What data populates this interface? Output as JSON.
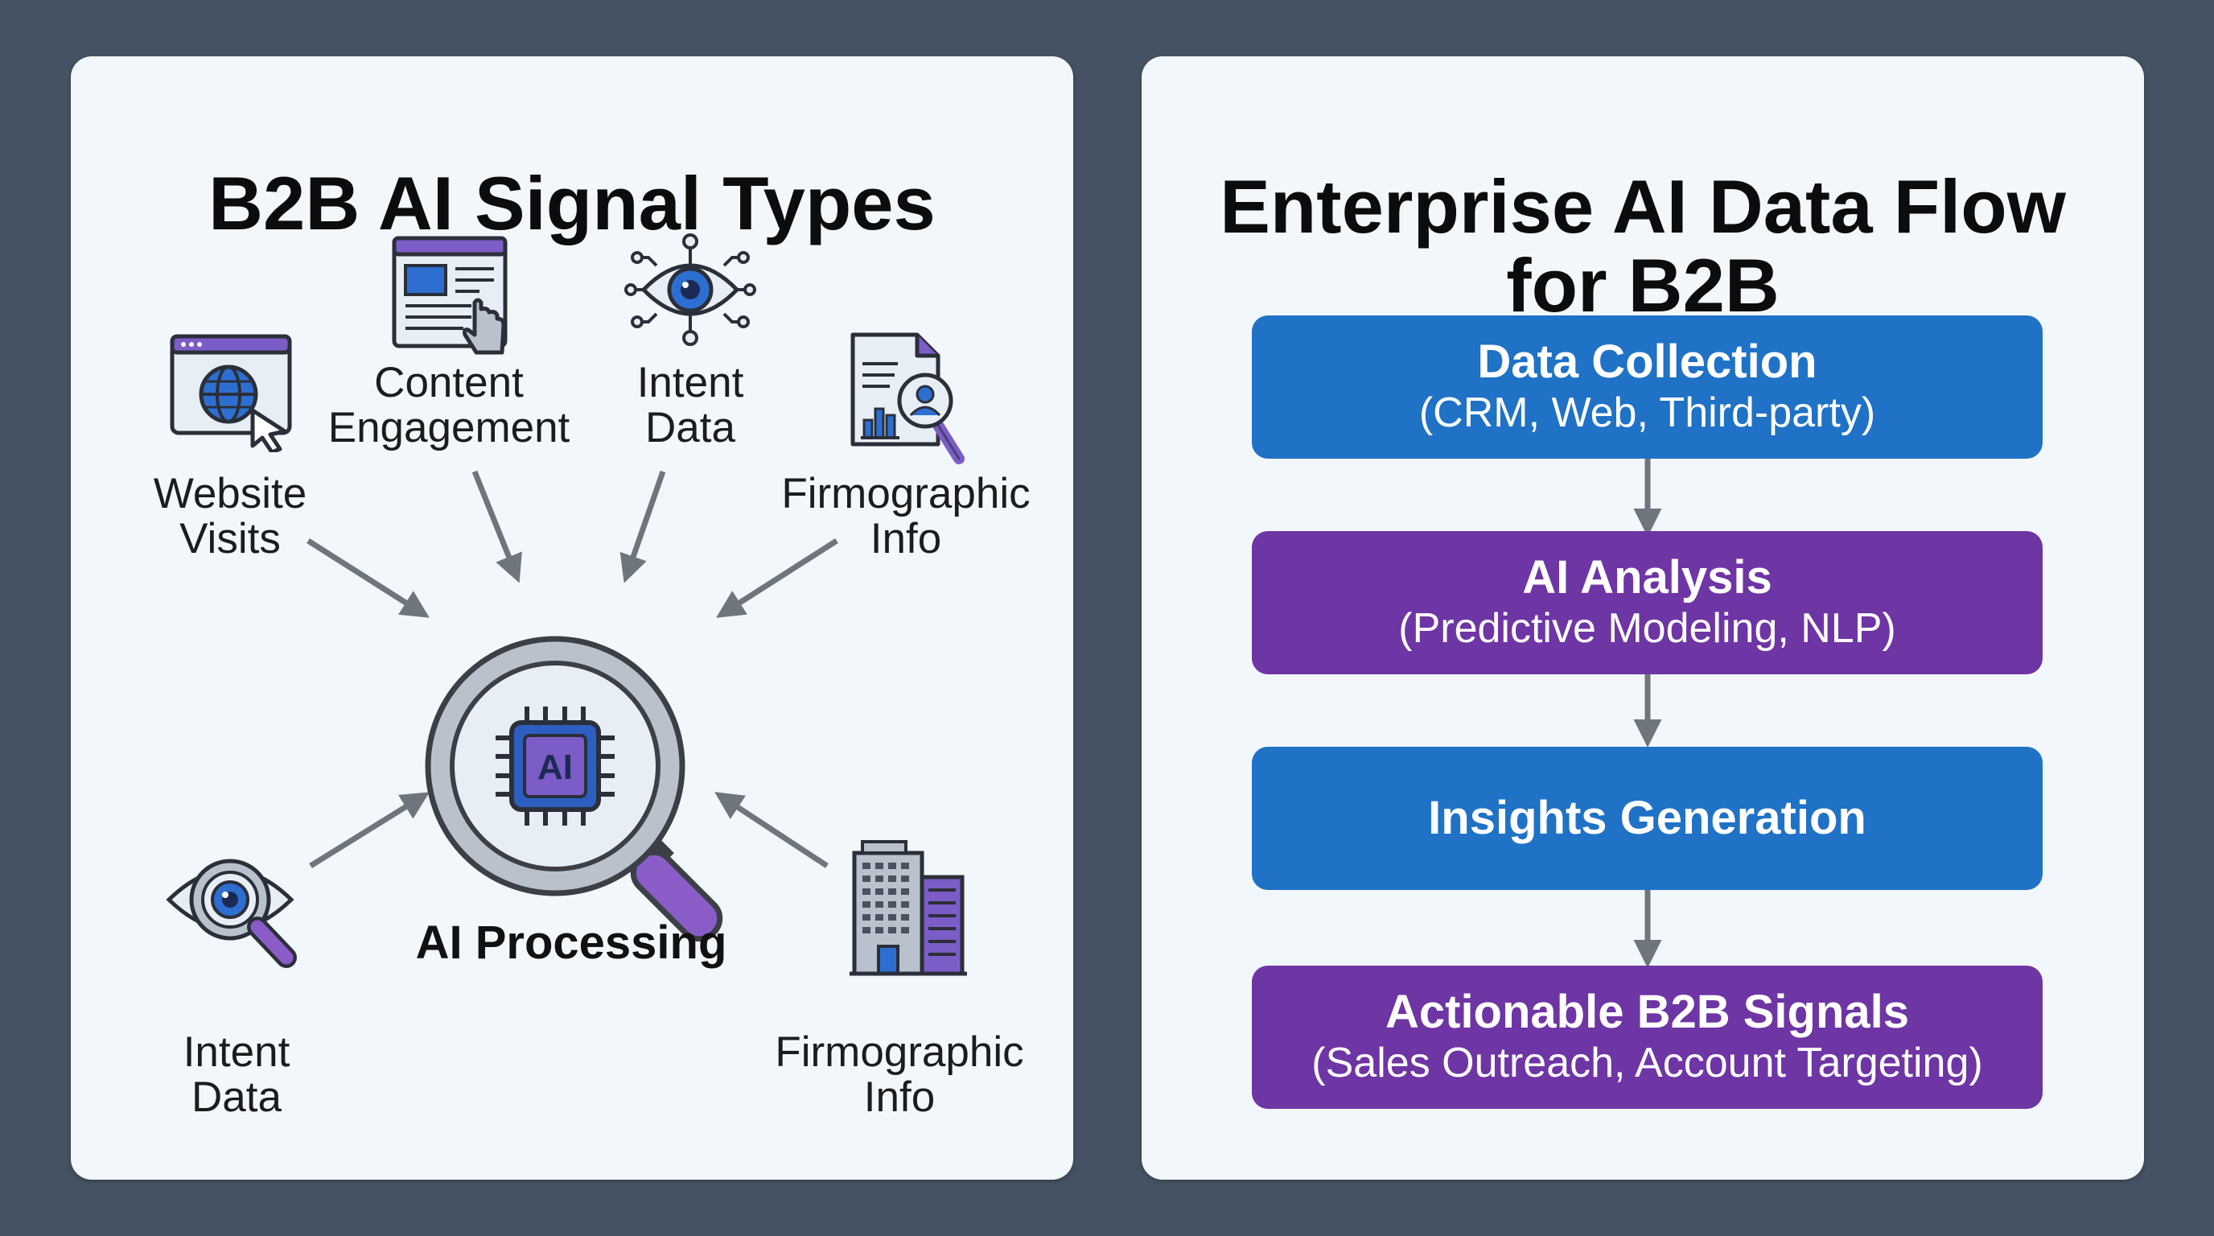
{
  "left_panel": {
    "title": "B2B AI Signal Types",
    "center_label": "AI Processing",
    "chip_text": "AI",
    "signals": {
      "website_visits": [
        "Website",
        "Visits"
      ],
      "content_engagement": [
        "Content",
        "Engagement"
      ],
      "intent_data_top": [
        "Intent",
        "Data"
      ],
      "firmographic_top": [
        "Firmographic",
        "Info"
      ],
      "intent_data_bottom": [
        "Intent",
        "Data"
      ],
      "firmographic_bottom": [
        "Firmographic",
        "Info"
      ]
    },
    "icons": {
      "website_visits": "browser-globe-cursor-icon",
      "content_engagement": "document-click-icon",
      "intent_data_top": "network-eye-icon",
      "firmographic_top": "report-search-icon",
      "intent_data_bottom": "eye-magnifier-icon",
      "firmographic_bottom": "buildings-icon",
      "center": "ai-chip-magnifier-icon"
    }
  },
  "right_panel": {
    "title": "Enterprise AI Data Flow for B2B",
    "steps": [
      {
        "title": "Data Collection",
        "subtitle": "(CRM, Web, Third-party)",
        "color": "#1f72c6"
      },
      {
        "title": "AI Analysis",
        "subtitle": "(Predictive Modeling, NLP)",
        "color": "#6e35a4"
      },
      {
        "title": "Insights Generation",
        "subtitle": "",
        "color": "#1f72c6"
      },
      {
        "title": "Actionable B2B Signals",
        "subtitle": "(Sales Outreach, Account Targeting)",
        "color": "#6e35a4"
      }
    ]
  },
  "colors": {
    "background": "#455263",
    "panel": "#f2f7fb",
    "blue": "#1f72c6",
    "purple": "#6e35a4",
    "arrow": "#6f757c"
  }
}
